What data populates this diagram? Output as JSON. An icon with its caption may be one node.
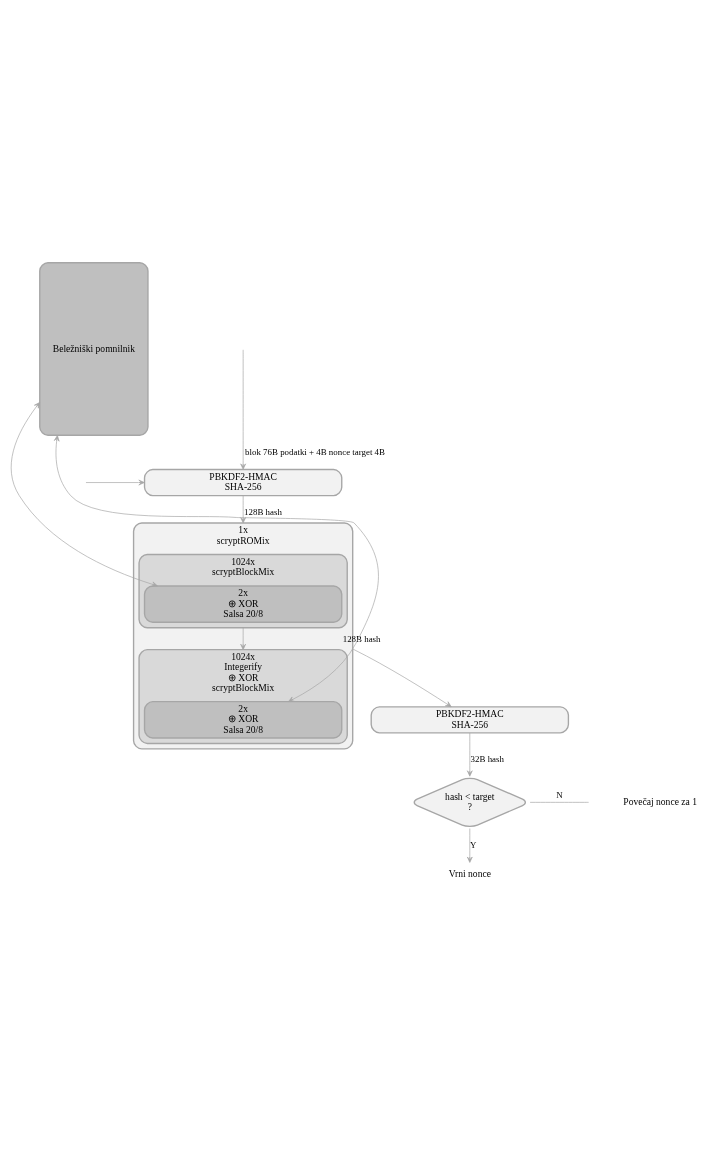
{
  "diagram": {
    "nodes": [
      {
        "text": [
          "PBKDF2-HMAC",
          "SHA-256"
        ]
      },
      {
        "text": [
          "1x",
          "scryptROMix"
        ]
      },
      {
        "text": [
          "1024x",
          "scryptBlockMix"
        ],
        "in": 1
      },
      {
        "text": [
          "2x",
          "⊕ XOR",
          "Salsa 20/8"
        ],
        "in": 2
      },
      {
        "text": [
          "1024x",
          "Integerify",
          "⊕ XOR",
          "scryptBlockMix"
        ],
        "in": 1
      },
      {
        "text": [
          "2x",
          "⊕ XOR",
          "Salsa 20/8"
        ],
        "in": 4
      },
      {
        "text": [
          "Beležniški pomnilnik"
        ]
      },
      {
        "text": [
          "PBKDF2-HMAC",
          "SHA-256"
        ]
      },
      {
        "text": [
          "hash < target",
          "?"
        ]
      },
      {
        "text": [
          "Vrni nonce"
        ]
      }
    ],
    "edges": [
      {
        "from": null,
        "to": 0,
        "arrow": "to",
        "label": "blok 76B podatki + 4B nonce target 4B"
      },
      {
        "from": null,
        "to": 0,
        "arrow": "to"
      },
      {
        "from": 0,
        "to": 1,
        "arrow": "to",
        "label": "128B hash"
      },
      {
        "from": 2,
        "to": 4,
        "arrow": "to"
      },
      {
        "from": 6,
        "to": 3,
        "arrow": "both"
      },
      {
        "from": 6,
        "to": 5,
        "arrow": "both"
      },
      {
        "from": 1,
        "to": 7,
        "arrow": "to",
        "label": "128B hash"
      },
      {
        "from": 7,
        "to": 8,
        "arrow": "to",
        "label": "32B hash"
      },
      {
        "from": 8,
        "to": null,
        "arrow": "none",
        "label": "N"
      },
      {
        "from": 8,
        "to": 9,
        "arrow": "to",
        "label": "Y"
      }
    ],
    "labels": [
      "Povečaj nonce za 1"
    ]
  }
}
